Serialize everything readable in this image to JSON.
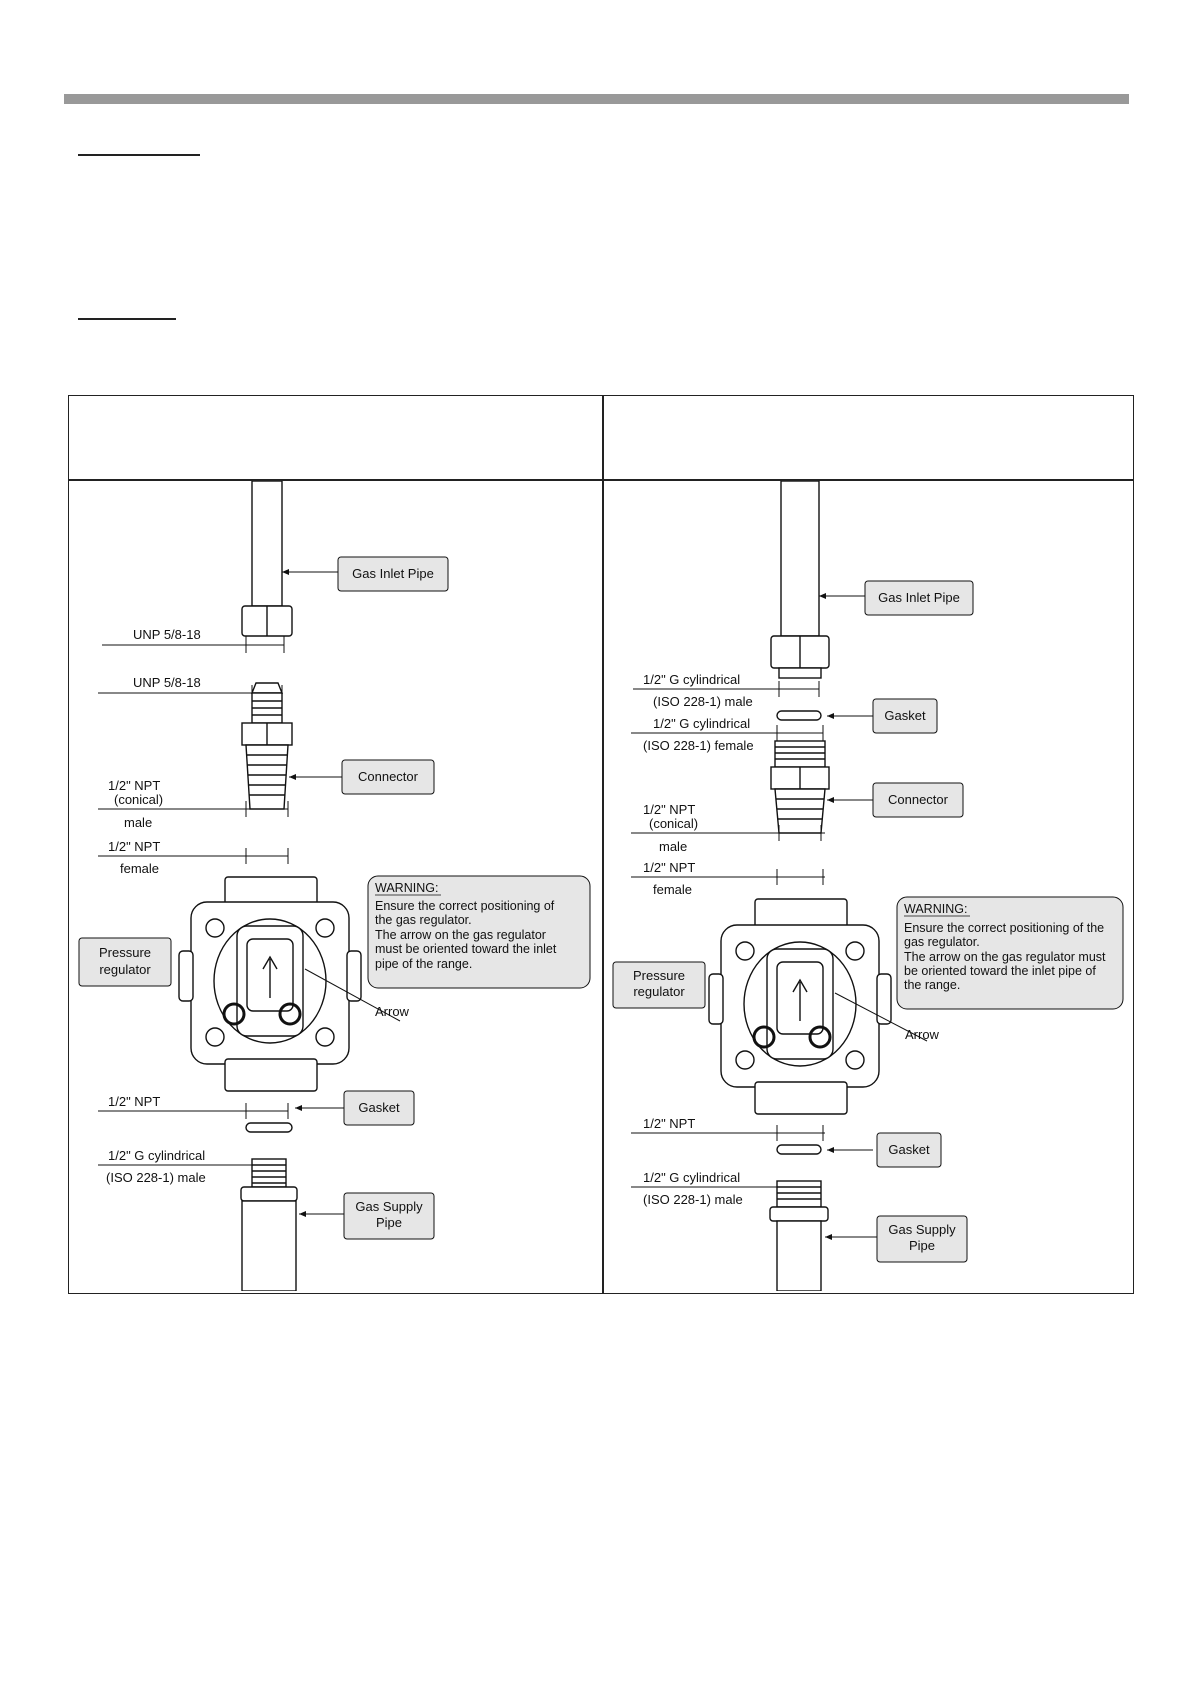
{
  "left": {
    "callouts": {
      "gas_inlet_pipe": "Gas Inlet Pipe",
      "connector": "Connector",
      "pressure_regulator": [
        "Pressure",
        "regulator"
      ],
      "gasket": "Gasket",
      "gas_supply_pipe": [
        "Gas Supply",
        "Pipe"
      ]
    },
    "dimensions": {
      "unp_nut": "UNP 5/8-18",
      "unp_connector": "UNP 5/8-18",
      "npt_male": [
        "1/2\"   NPT",
        "(conical)",
        "male"
      ],
      "npt_female": [
        "1/2\"   NPT",
        "female"
      ],
      "npt_bottom": "1/2\"   NPT",
      "g_cyl_male": [
        "1/2\" G cylindrical",
        "(ISO 228-1) male"
      ]
    },
    "warning": {
      "title": "WARNING:",
      "lines": [
        "Ensure the correct positioning of",
        "the gas regulator.",
        "The arrow on the gas regulator",
        "must be oriented toward the inlet",
        "pipe of the range."
      ]
    },
    "arrow_label": "Arrow"
  },
  "right": {
    "callouts": {
      "gas_inlet_pipe": "Gas Inlet Pipe",
      "gasket_top": "Gasket",
      "connector": "Connector",
      "pressure_regulator": [
        "Pressure",
        "regulator"
      ],
      "gasket_bottom": "Gasket",
      "gas_supply_pipe": [
        "Gas Supply",
        "Pipe"
      ]
    },
    "dimensions": {
      "g_cyl_male_top": [
        "1/2\" G cylindrical",
        "(ISO 228-1) male"
      ],
      "g_cyl_female": [
        "1/2\" G cylindrical",
        "(ISO 228-1) female"
      ],
      "npt_male": [
        "1/2\"   NPT",
        "(conical)",
        "male"
      ],
      "npt_female": [
        "1/2\"   NPT",
        "female"
      ],
      "npt_bottom": "1/2\"   NPT",
      "g_cyl_male_bottom": [
        "1/2\" G cylindrical",
        "(ISO 228-1) male"
      ]
    },
    "warning": {
      "title": "WARNING:",
      "lines": [
        "Ensure the correct positioning of the",
        "gas regulator.",
        "The arrow on the gas regulator must",
        "be oriented toward the inlet pipe of",
        "the range."
      ]
    },
    "arrow_label": "Arrow"
  }
}
